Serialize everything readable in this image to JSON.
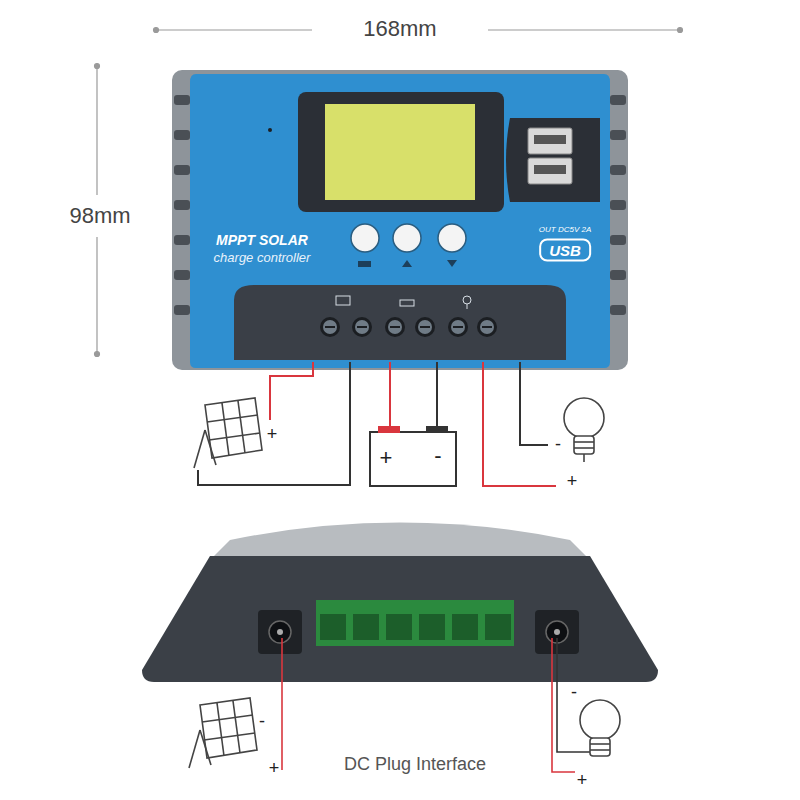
{
  "diagram": {
    "labels": [
      "168mm",
      "98mm",
      "MPPT SOLAR",
      "charge controller",
      "OUT DC5V 2A",
      "USB",
      "+",
      "+",
      "-",
      "-",
      "+",
      "-",
      "+",
      "-",
      "+",
      "DC Plug Interface"
    ]
  }
}
